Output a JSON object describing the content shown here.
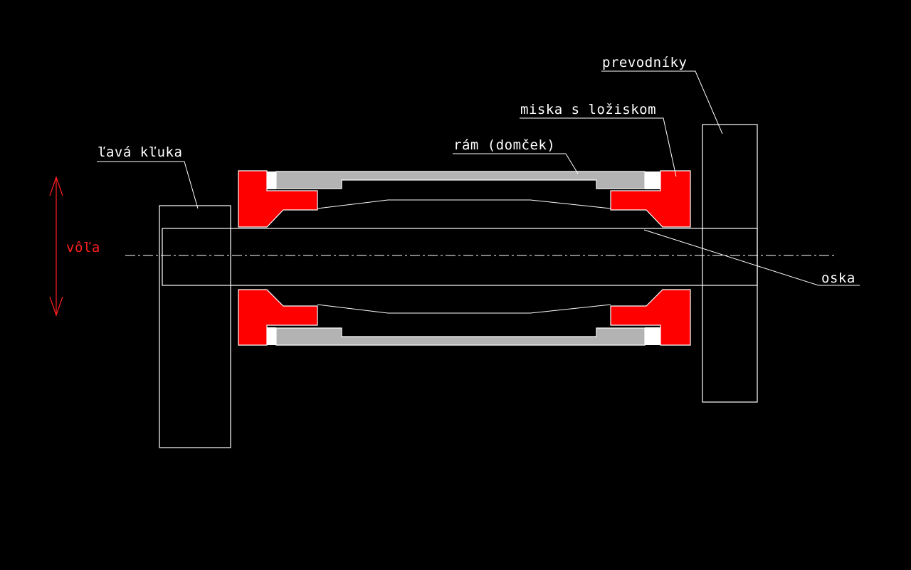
{
  "colors": {
    "background": "#000000",
    "line": "#ffffff",
    "cup": "#ff0000",
    "frame": "#b3b3b3",
    "play_arrow": "#ff2020"
  },
  "labels": {
    "cranks": "prevodníky",
    "cup_bearing": "miska s ložiskom",
    "frame": "rám (domček)",
    "left_crank": "ľavá kľuka",
    "play": "vôľa",
    "axle": "oska"
  }
}
